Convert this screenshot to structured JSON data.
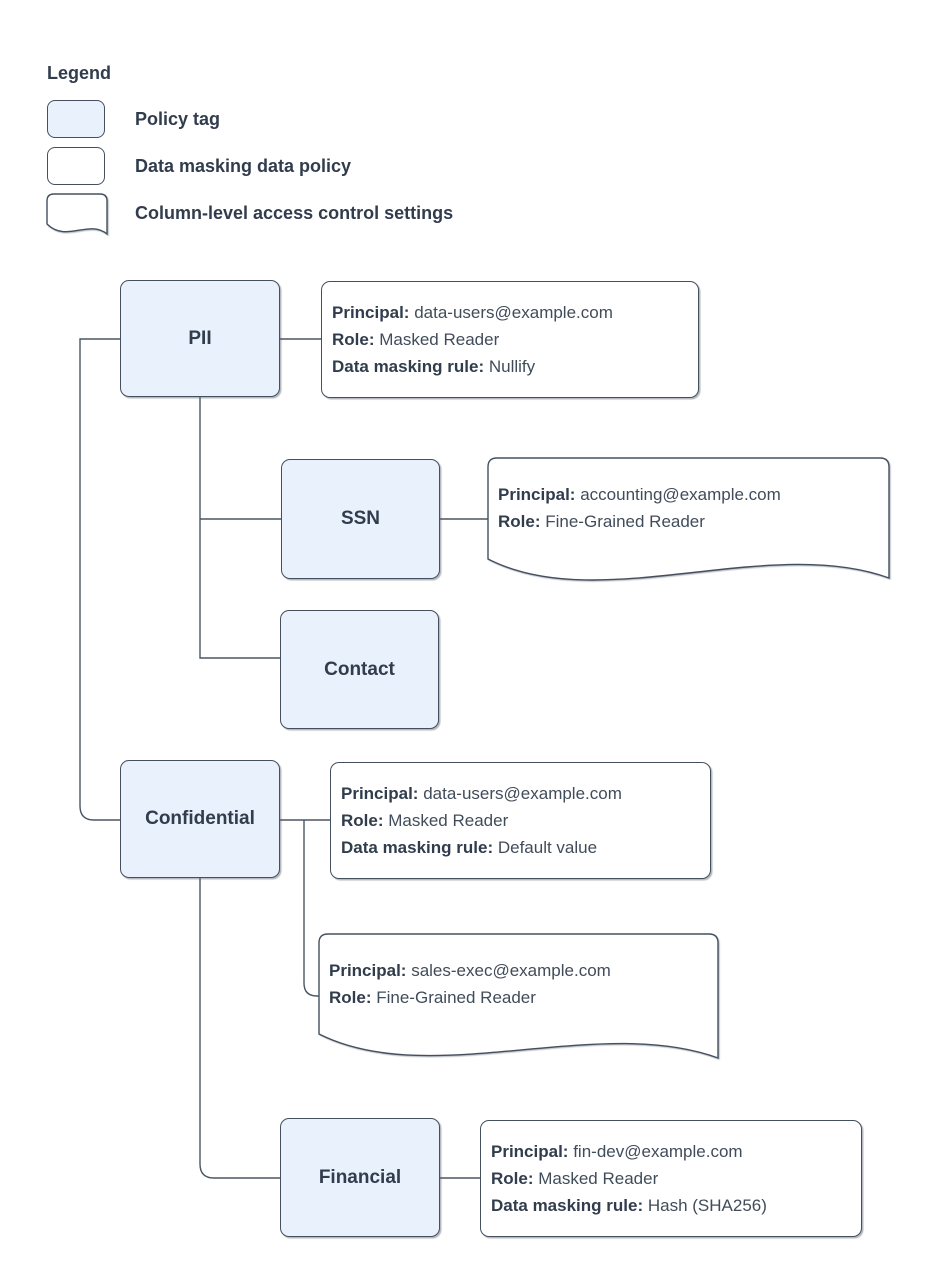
{
  "legend": {
    "title": "Legend",
    "items": [
      {
        "label": "Policy tag",
        "swatch": "policy-tag"
      },
      {
        "label": "Data masking data policy",
        "swatch": "data-policy"
      },
      {
        "label": "Column-level access control settings",
        "swatch": "access-control"
      }
    ]
  },
  "colors": {
    "policy_tag_fill": "#e9f1fc",
    "shape_stroke": "#44505e",
    "text": "#313c4c"
  },
  "tags": {
    "pii": {
      "label": "PII"
    },
    "ssn": {
      "label": "SSN"
    },
    "contact": {
      "label": "Contact"
    },
    "confidential": {
      "label": "Confidential"
    },
    "financial": {
      "label": "Financial"
    }
  },
  "policies": {
    "pii_masking": {
      "kind": "data-masking-data-policy",
      "lines": [
        {
          "label": "Principal:",
          "value": "data-users@example.com"
        },
        {
          "label": "Role:",
          "value": "Masked Reader"
        },
        {
          "label": "Data masking rule:",
          "value": "Nullify"
        }
      ]
    },
    "ssn_access": {
      "kind": "column-level-access-control",
      "lines": [
        {
          "label": "Principal:",
          "value": "accounting@example.com"
        },
        {
          "label": "Role:",
          "value": "Fine-Grained Reader"
        }
      ]
    },
    "confidential_masking": {
      "kind": "data-masking-data-policy",
      "lines": [
        {
          "label": "Principal:",
          "value": "data-users@example.com"
        },
        {
          "label": "Role:",
          "value": "Masked Reader"
        },
        {
          "label": "Data masking rule:",
          "value": "Default value"
        }
      ]
    },
    "confidential_access": {
      "kind": "column-level-access-control",
      "lines": [
        {
          "label": "Principal:",
          "value": "sales-exec@example.com"
        },
        {
          "label": "Role:",
          "value": "Fine-Grained Reader"
        }
      ]
    },
    "financial_masking": {
      "kind": "data-masking-data-policy",
      "lines": [
        {
          "label": "Principal:",
          "value": "fin-dev@example.com"
        },
        {
          "label": "Role:",
          "value": "Masked Reader"
        },
        {
          "label": "Data masking rule:",
          "value": "Hash (SHA256)"
        }
      ]
    }
  }
}
